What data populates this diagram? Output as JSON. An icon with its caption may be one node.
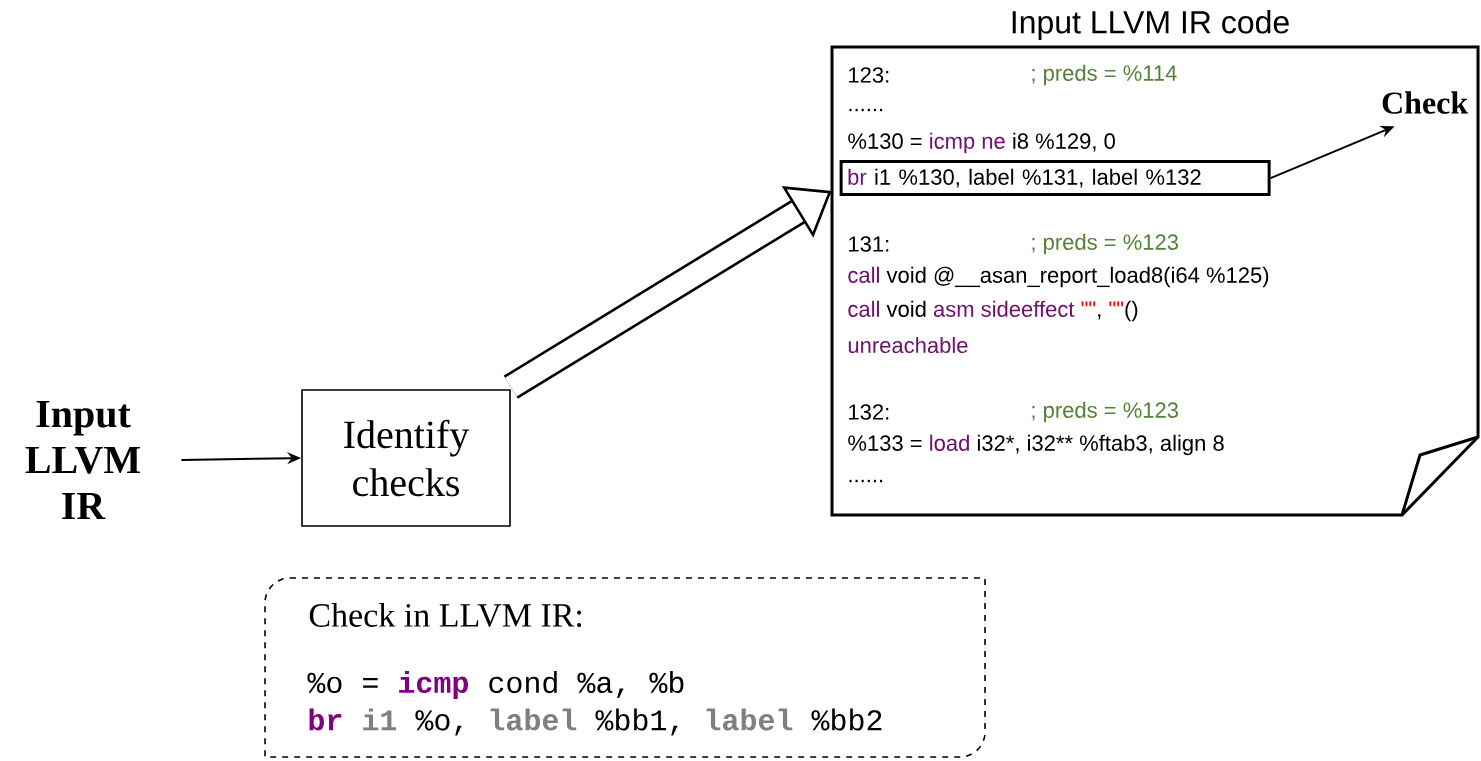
{
  "diagram": {
    "nodes": [
      {
        "text": [
          "Input LLVM IR"
        ]
      },
      {
        "text": [
          "Identify checks"
        ]
      },
      {
        "text": [
          "Input LLVM IR code",
          "123:",
          "; preds = %114",
          "......",
          "%130 =",
          "icmp ne",
          "i8 %129, 0",
          "131:",
          "; preds = %123",
          "call",
          "void @__asan_report_load8(i64 %125)",
          "call",
          "void",
          "asm sideeffect",
          "\"\"",
          ",",
          "\"\"",
          "()",
          "unreachable",
          "132:",
          "; preds = %123",
          "%133 =",
          "load",
          "i32*, i32** %ftab3, align 8",
          "......"
        ]
      },
      {
        "text": [
          "br",
          "i1 %130, label %131, label %132"
        ],
        "in": 2
      },
      {
        "text": [
          "Check"
        ],
        "in": 2
      },
      {
        "text": [
          "Check in LLVM IR:",
          "%o =",
          "icmp",
          "cond %a, %b",
          "br",
          "i1",
          "%o,",
          "label",
          "%bb1,",
          "label",
          "%bb2"
        ]
      }
    ],
    "edges": [
      {
        "from": 0,
        "to": 1,
        "arrow": "to"
      },
      {
        "from": 1,
        "to": 2,
        "arrow": "to",
        "style": "thick"
      },
      {
        "from": 3,
        "to": 4,
        "arrow": "to"
      }
    ]
  }
}
